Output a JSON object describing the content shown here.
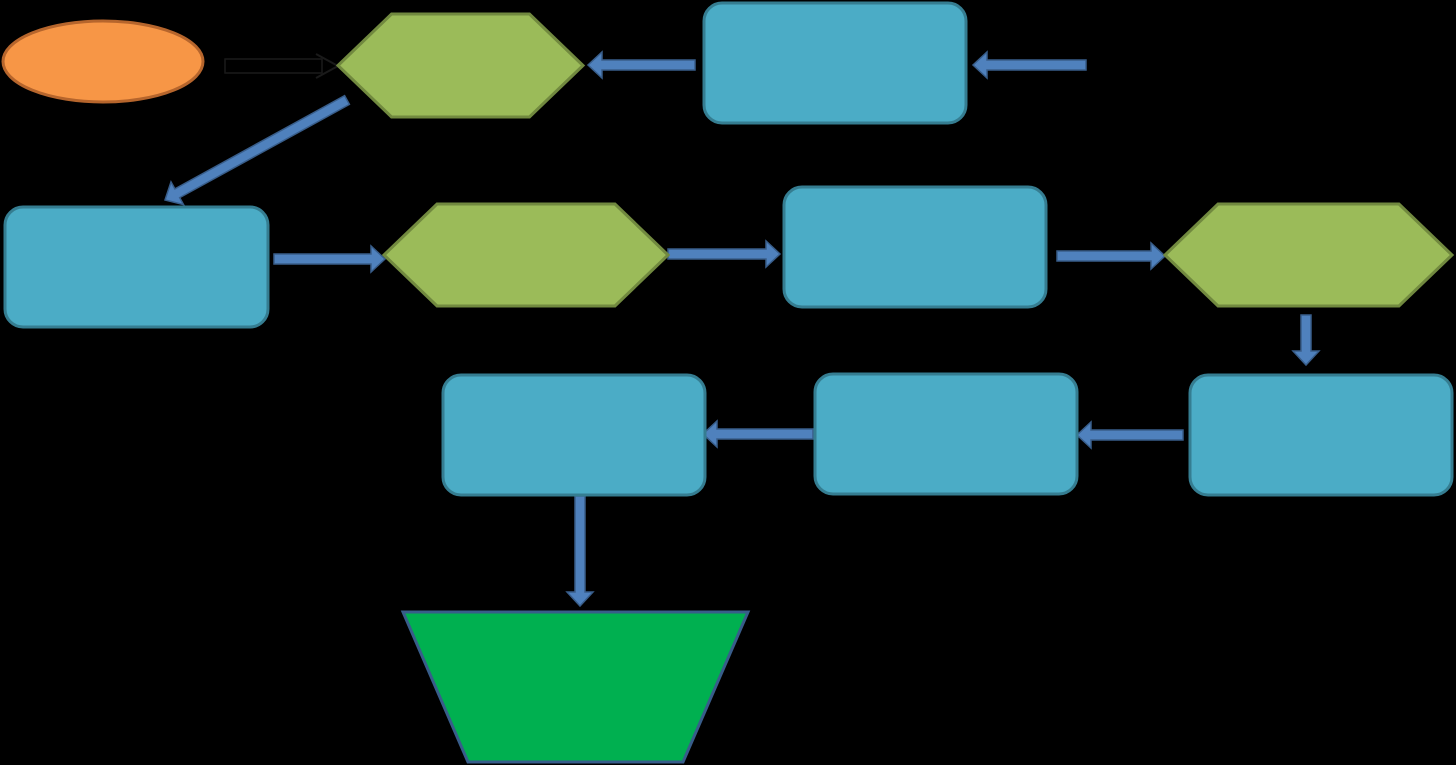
{
  "diagram": {
    "background": "#000000",
    "colors": {
      "ellipse_fill": "#f79646",
      "ellipse_stroke": "#b6652c",
      "hexagon_fill": "#9bbb59",
      "hexagon_stroke": "#71893f",
      "process_fill": "#4bacc6",
      "process_stroke": "#357d91",
      "trapezoid_fill": "#00b050",
      "trapezoid_stroke": "#385d8a",
      "arrow_fill": "#4f81bd",
      "arrow_stroke": "#385d8a",
      "line_arrow": "#000000"
    },
    "nodes": [
      {
        "id": "start",
        "shape": "ellipse",
        "text": ""
      },
      {
        "id": "hex-top",
        "shape": "hexagon",
        "text": ""
      },
      {
        "id": "box-top",
        "shape": "rounded-rect",
        "text": ""
      },
      {
        "id": "box-left",
        "shape": "rounded-rect",
        "text": ""
      },
      {
        "id": "hex-mid",
        "shape": "hexagon",
        "text": ""
      },
      {
        "id": "box-mid",
        "shape": "rounded-rect",
        "text": ""
      },
      {
        "id": "hex-right",
        "shape": "hexagon",
        "text": ""
      },
      {
        "id": "box-bottom-right",
        "shape": "rounded-rect",
        "text": ""
      },
      {
        "id": "box-bottom-mid",
        "shape": "rounded-rect",
        "text": ""
      },
      {
        "id": "box-bottom-left",
        "shape": "rounded-rect",
        "text": ""
      },
      {
        "id": "end",
        "shape": "trapezoid",
        "text": ""
      }
    ],
    "edges": [
      {
        "from": "start",
        "to": "hex-top",
        "style": "line"
      },
      {
        "from": "",
        "to": "box-top",
        "style": "block"
      },
      {
        "from": "box-top",
        "to": "hex-top",
        "style": "block"
      },
      {
        "from": "hex-top",
        "to": "box-left",
        "style": "block"
      },
      {
        "from": "box-left",
        "to": "hex-mid",
        "style": "block"
      },
      {
        "from": "hex-mid",
        "to": "box-mid",
        "style": "block"
      },
      {
        "from": "box-mid",
        "to": "hex-right",
        "style": "block"
      },
      {
        "from": "hex-right",
        "to": "box-bottom-right",
        "style": "block"
      },
      {
        "from": "box-bottom-right",
        "to": "box-bottom-mid",
        "style": "block"
      },
      {
        "from": "box-bottom-mid",
        "to": "box-bottom-left",
        "style": "block"
      },
      {
        "from": "box-bottom-left",
        "to": "end",
        "style": "block"
      }
    ]
  }
}
